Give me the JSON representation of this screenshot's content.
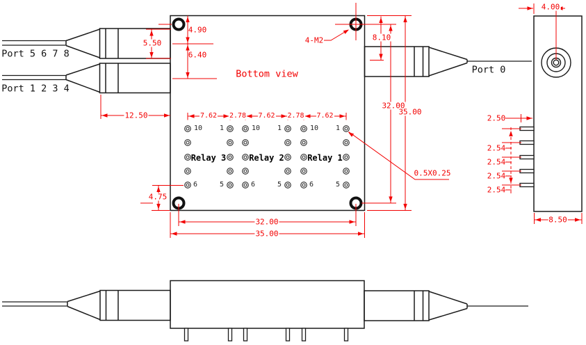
{
  "view_label": "Bottom view",
  "ports": {
    "left_top": "Port 5 6 7 8",
    "left_bottom": "Port 1 2 3 4",
    "right": "Port 0"
  },
  "notes": {
    "mounting_holes": "4-M2",
    "pin_size": "0.5X0.25"
  },
  "relays": [
    {
      "name": "Relay 3",
      "pin_top_left": "10",
      "pin_top_right": "1",
      "pin_bottom_left": "6",
      "pin_bottom_right": "5"
    },
    {
      "name": "Relay 2",
      "pin_top_left": "10",
      "pin_top_right": "1",
      "pin_bottom_left": "6",
      "pin_bottom_right": "5"
    },
    {
      "name": "Relay 1",
      "pin_top_left": "10",
      "pin_top_right": "1",
      "pin_bottom_left": "6",
      "pin_bottom_right": "5"
    }
  ],
  "dims": {
    "boot_height": "5.50",
    "boot_length": "12.50",
    "top_edge_to_fiber_a": "4.90",
    "fiber_a_to_fiber_b": "6.40",
    "top_edge_to_port0": "8.10",
    "hole_pitch_vertical": "32.00",
    "body_height": "35.00",
    "hole_pitch_horizontal": "32.00",
    "body_width": "35.00",
    "pin_row_to_bottom_edge": "4.75",
    "relay_pin_spans": [
      "7.62",
      "2.78",
      "7.62",
      "2.78",
      "7.62"
    ],
    "port_center_from_edge": "4.00",
    "pin_length": "2.50",
    "pin_pitch": [
      "2.54",
      "2.54",
      "2.54",
      "2.54"
    ],
    "side_width": "8.50"
  },
  "colors": {
    "dimension_red": "#f20000",
    "line_black": "#1a1a1a"
  }
}
